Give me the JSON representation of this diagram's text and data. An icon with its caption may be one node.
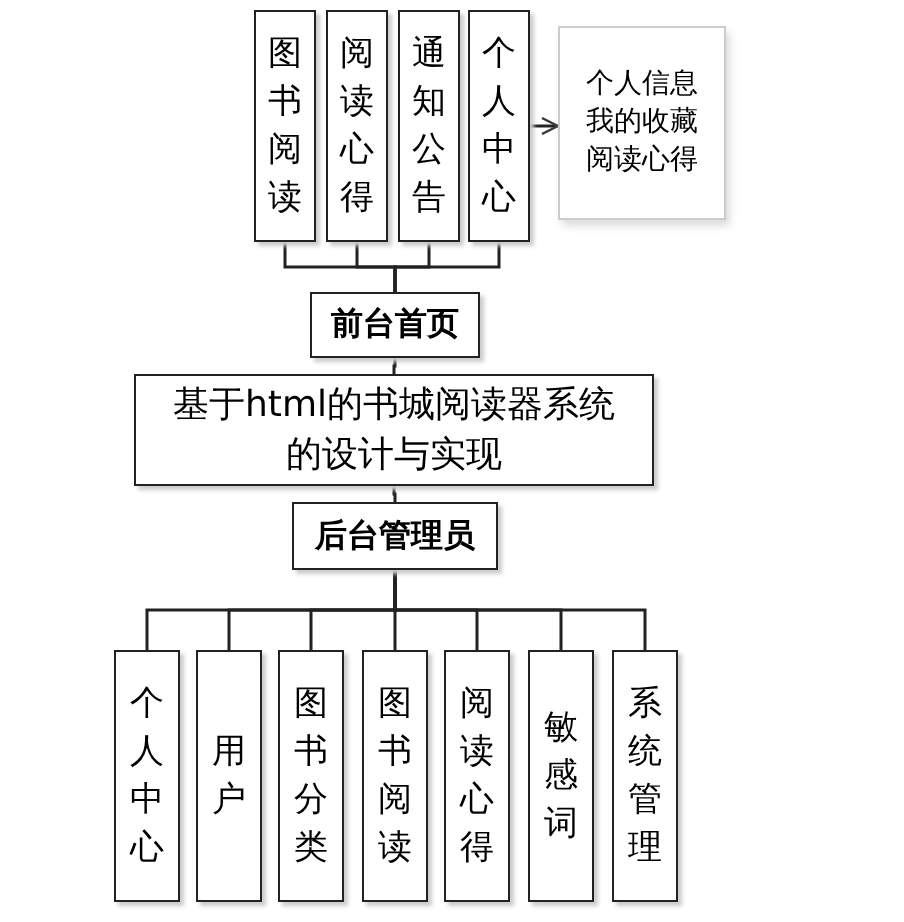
{
  "diagram": {
    "nodes": [
      {
        "text": [
          "图书阅读"
        ]
      },
      {
        "text": [
          "阅读心得"
        ]
      },
      {
        "text": [
          "通知公告"
        ]
      },
      {
        "text": [
          "个人中心"
        ]
      },
      {
        "text": [
          "个人信息",
          "我的收藏",
          "阅读心得"
        ]
      },
      {
        "text": [
          "前台首页"
        ]
      },
      {
        "text": [
          "基于html的书城阅读器系统的设计与实现"
        ]
      },
      {
        "text": [
          "后台管理员"
        ]
      },
      {
        "text": [
          "个人中心"
        ]
      },
      {
        "text": [
          "用户"
        ]
      },
      {
        "text": [
          "图书分类"
        ]
      },
      {
        "text": [
          "图书阅读"
        ]
      },
      {
        "text": [
          "阅读心得"
        ]
      },
      {
        "text": [
          "敏感词"
        ]
      },
      {
        "text": [
          "系统管理"
        ]
      }
    ],
    "edges": [
      {
        "from": 5,
        "to": 0,
        "arrow": "none"
      },
      {
        "from": 5,
        "to": 1,
        "arrow": "none"
      },
      {
        "from": 5,
        "to": 2,
        "arrow": "none"
      },
      {
        "from": 5,
        "to": 3,
        "arrow": "none"
      },
      {
        "from": 3,
        "to": 4,
        "arrow": "to"
      },
      {
        "from": 6,
        "to": 5,
        "arrow": "none"
      },
      {
        "from": 6,
        "to": 7,
        "arrow": "none"
      },
      {
        "from": 7,
        "to": 8,
        "arrow": "none"
      },
      {
        "from": 7,
        "to": 9,
        "arrow": "none"
      },
      {
        "from": 7,
        "to": 10,
        "arrow": "none"
      },
      {
        "from": 7,
        "to": 11,
        "arrow": "none"
      },
      {
        "from": 7,
        "to": 12,
        "arrow": "none"
      },
      {
        "from": 7,
        "to": 13,
        "arrow": "none"
      },
      {
        "from": 7,
        "to": 14,
        "arrow": "none"
      }
    ]
  }
}
